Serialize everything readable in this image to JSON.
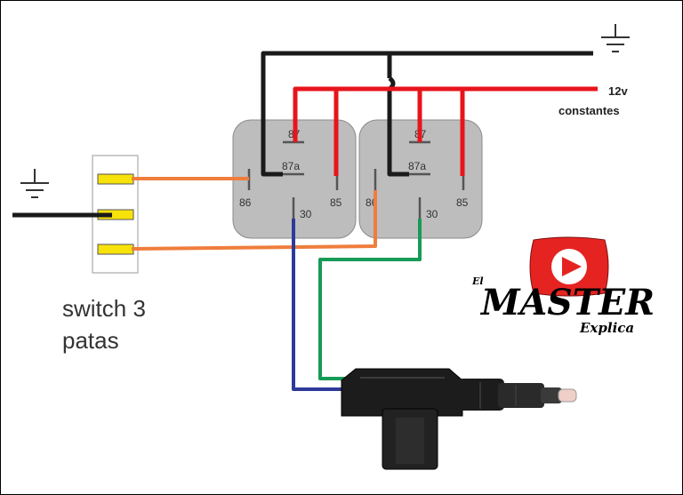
{
  "supply": {
    "voltage": "12v",
    "voltage_note": "constantes"
  },
  "relays": [
    {
      "pins": {
        "p87": "87",
        "p87a": "87a",
        "p86": "86",
        "p85": "85",
        "p30": "30"
      }
    },
    {
      "pins": {
        "p87": "87",
        "p87a": "87a",
        "p86": "86",
        "p85": "85",
        "p30": "30"
      }
    }
  ],
  "switch": {
    "caption_line1": "switch 3",
    "caption_line2": "patas"
  },
  "logo": {
    "small": "El",
    "big": "MASTER",
    "sub": "Explica"
  },
  "colors": {
    "ground_wire": "#1a1a1a",
    "power_wire": "#e8141b",
    "switch_wire": "#ef7d3c",
    "actuator_wire_a": "#2e3a9a",
    "actuator_wire_b": "#169b57",
    "relay_body": "#bdbdbd",
    "terminal_fill": "#f7e20a",
    "logo_red": "#e52421"
  }
}
